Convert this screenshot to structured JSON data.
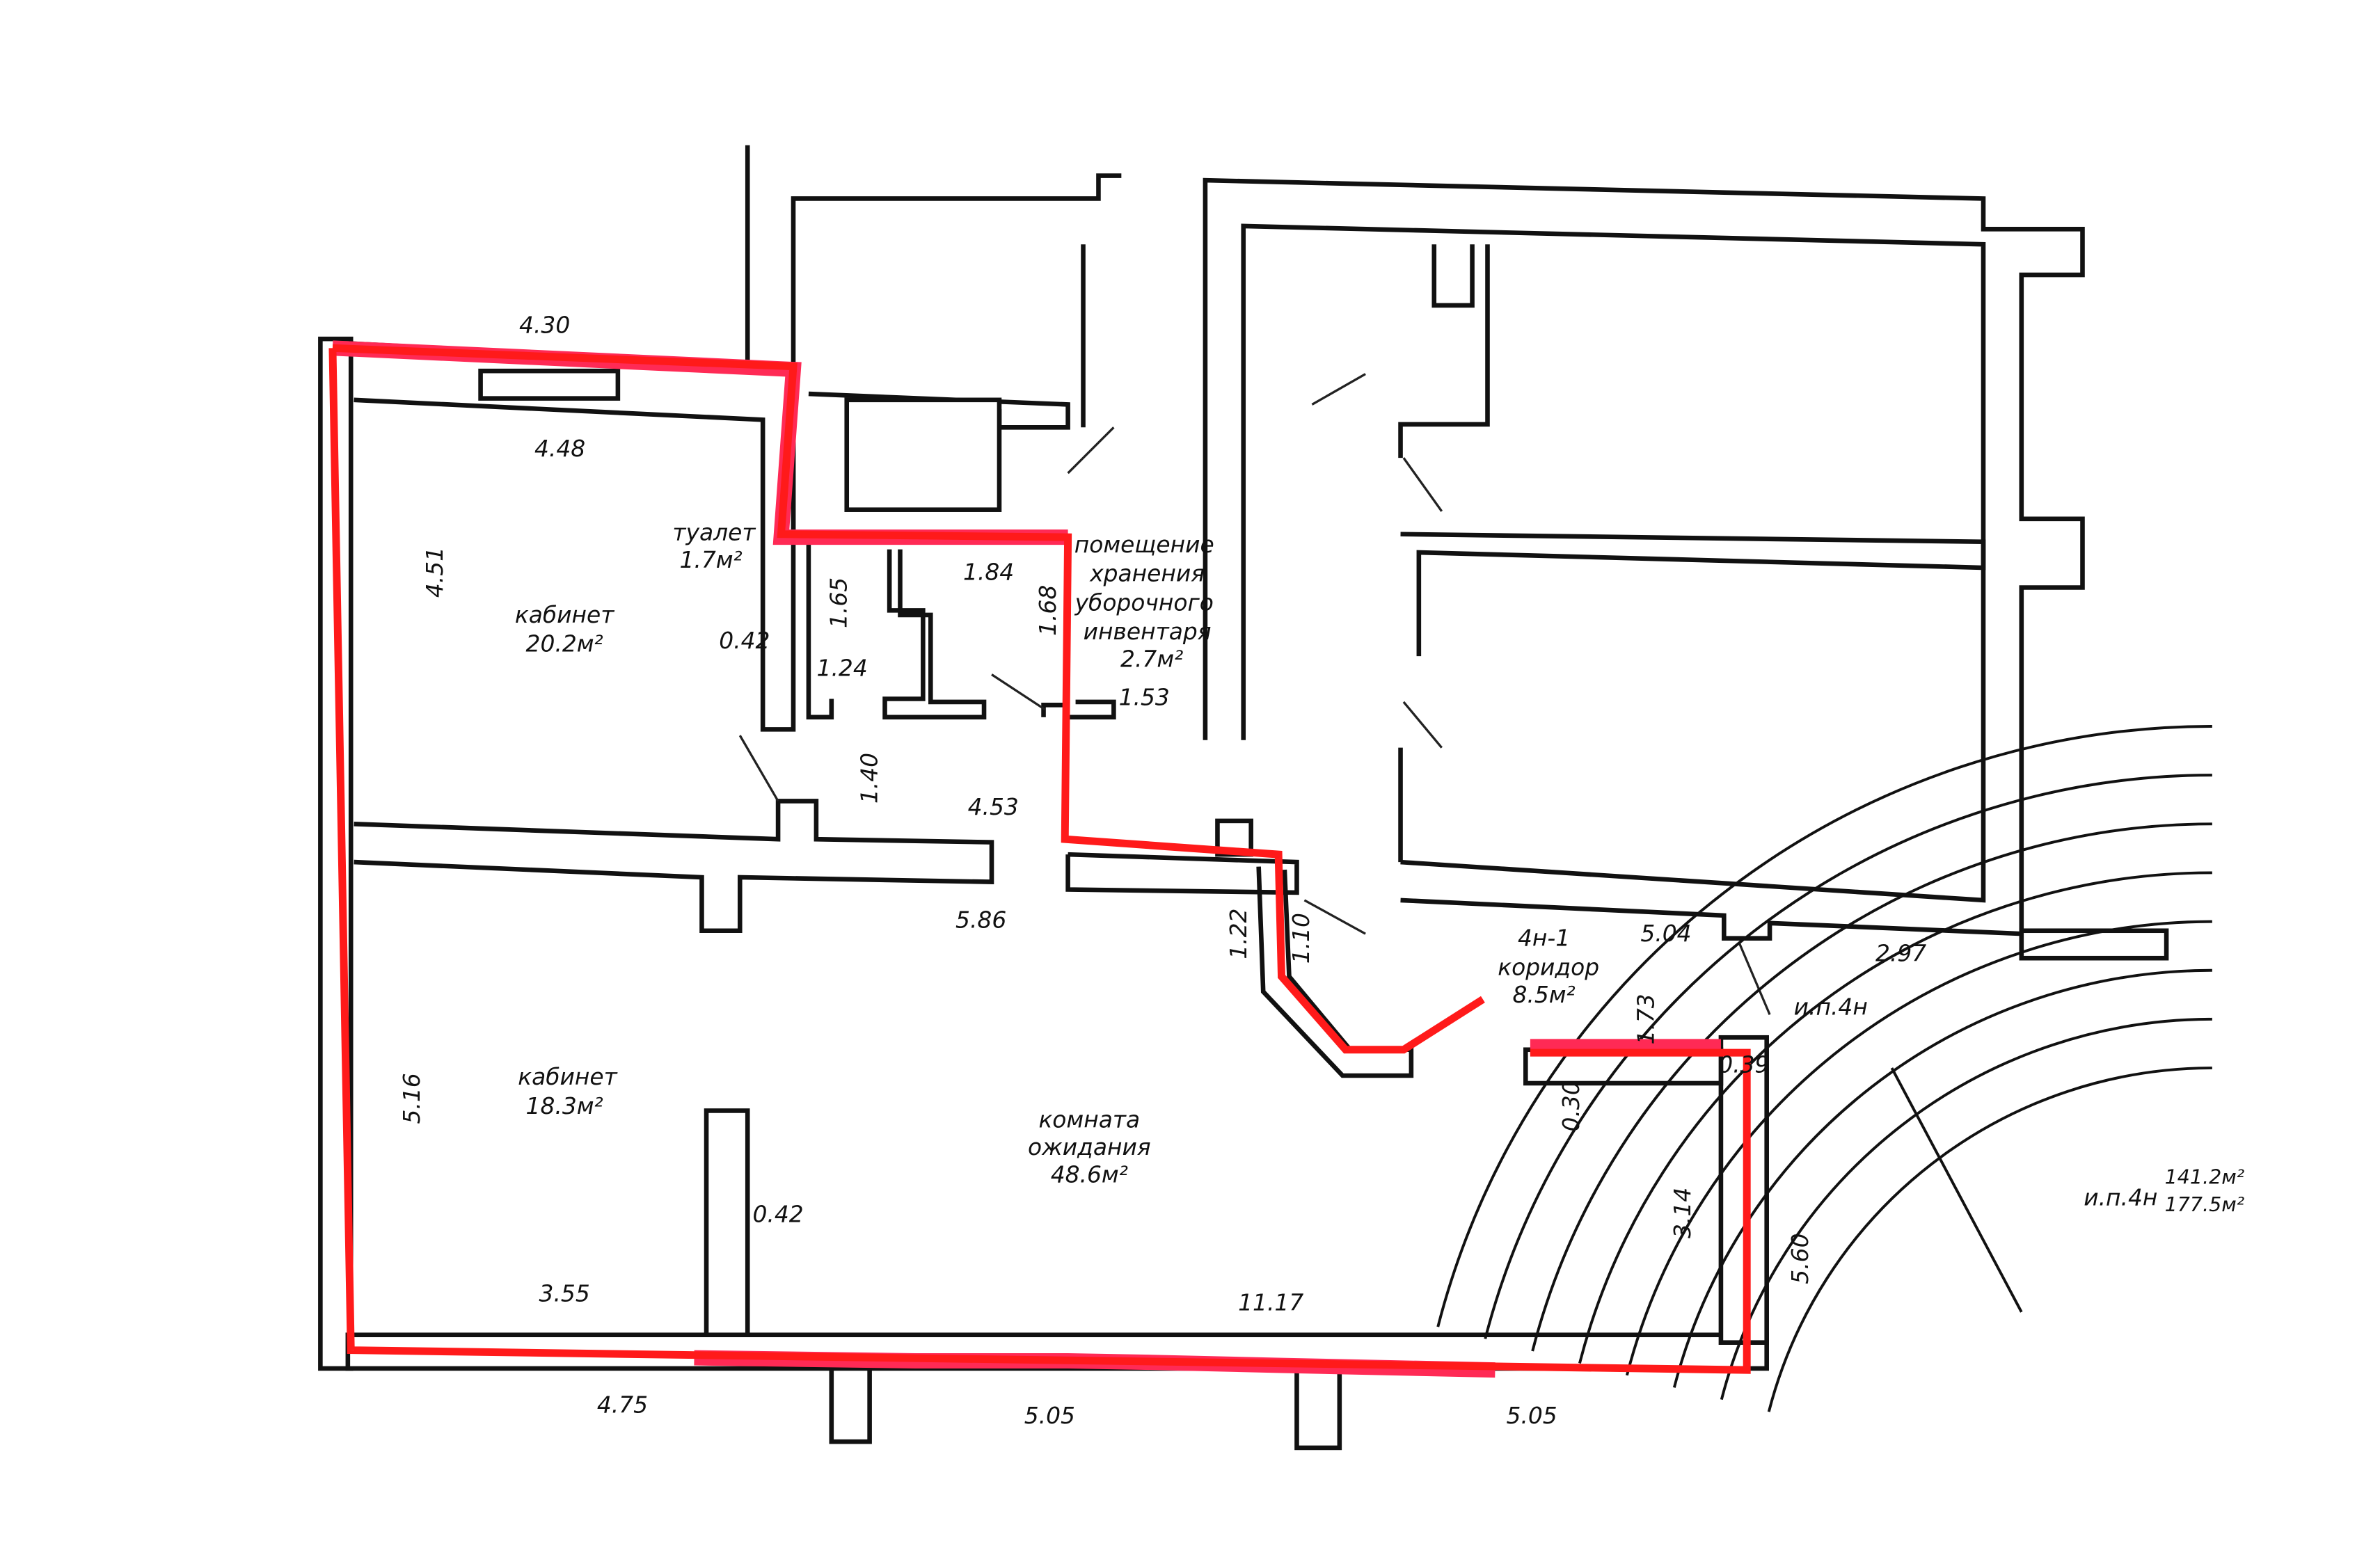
{
  "rooms": {
    "office_1": {
      "name": "кабинет",
      "area": "20.2м²"
    },
    "toilet": {
      "name": "туалет",
      "area": "1.7м²"
    },
    "storage": {
      "line1": "помещение",
      "line2": "хранения",
      "line3": "уборочного",
      "line4": "инвентаря",
      "area": "2.7м²"
    },
    "office_2": {
      "name": "кабинет",
      "area": "18.3м²"
    },
    "waiting_room": {
      "line1": "комната",
      "line2": "ожидания",
      "area": "48.6м²"
    },
    "corridor": {
      "code": "4н-1",
      "name": "коридор",
      "area": "8.5м²"
    }
  },
  "labels": {
    "premises_top": "и.п.4н",
    "premises_bottom": "и.п.4н",
    "total_1": "141.2м²",
    "total_2": "177.5м²"
  },
  "dimensions": {
    "d_430": "4.30",
    "d_448": "4.48",
    "d_451": "4.51",
    "d_042a": "0.42",
    "d_165": "1.65",
    "d_124": "1.24",
    "d_140": "1.40",
    "d_184": "1.84",
    "d_168": "1.68",
    "d_153": "1.53",
    "d_453": "4.53",
    "d_586": "5.86",
    "d_122": "1.22",
    "d_110": "1.10",
    "d_504": "5.04",
    "d_297": "2.97",
    "d_173": "1.73",
    "d_030": "0.30",
    "d_039": "0.39",
    "d_516": "5.16",
    "d_042b": "0.42",
    "d_314": "3.14",
    "d_560": "5.60",
    "d_355": "3.55",
    "d_1117": "11.17",
    "d_475": "4.75",
    "d_505a": "5.05",
    "d_505b": "5.05"
  },
  "colors": {
    "outline": "#ff1a1a",
    "wall": "#111111"
  }
}
